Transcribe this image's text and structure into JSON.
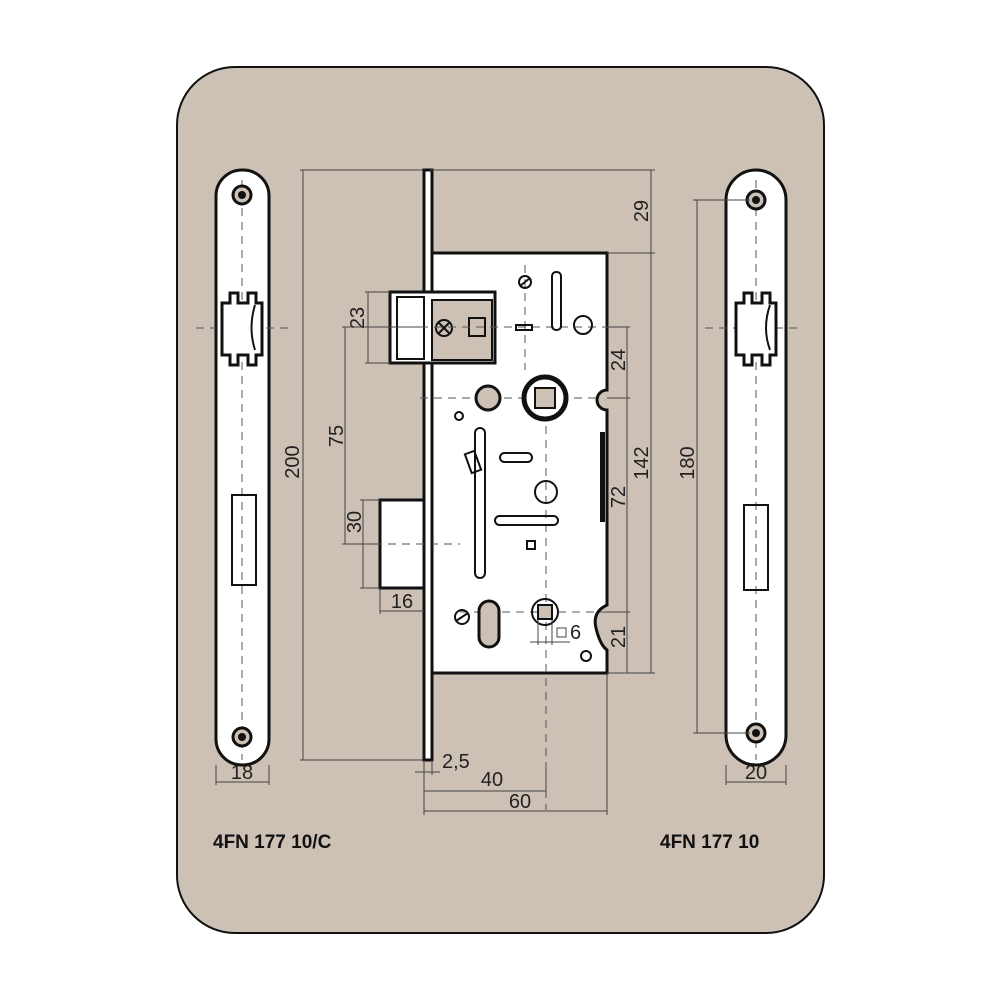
{
  "models": {
    "left": "4FN 177 10/C",
    "right": "4FN 177 10"
  },
  "dimensions": {
    "top_offset": "29",
    "latch_height": "23",
    "latch_to_cyl": "75",
    "total_height_left": "200",
    "bolt_height": "30",
    "bolt_throw": "16",
    "handle_to_cyl_top": "24",
    "case_height": "142",
    "handle_to_cyl": "72",
    "cyl_to_bottom": "21",
    "square": "6",
    "faceplate_thickness": "2,5",
    "backset": "40",
    "case_depth": "60",
    "total_height_right": "180",
    "left_plate_width": "18",
    "right_plate_width": "20"
  },
  "colors": {
    "background": "#cdc1b5",
    "outline": "#111111"
  }
}
